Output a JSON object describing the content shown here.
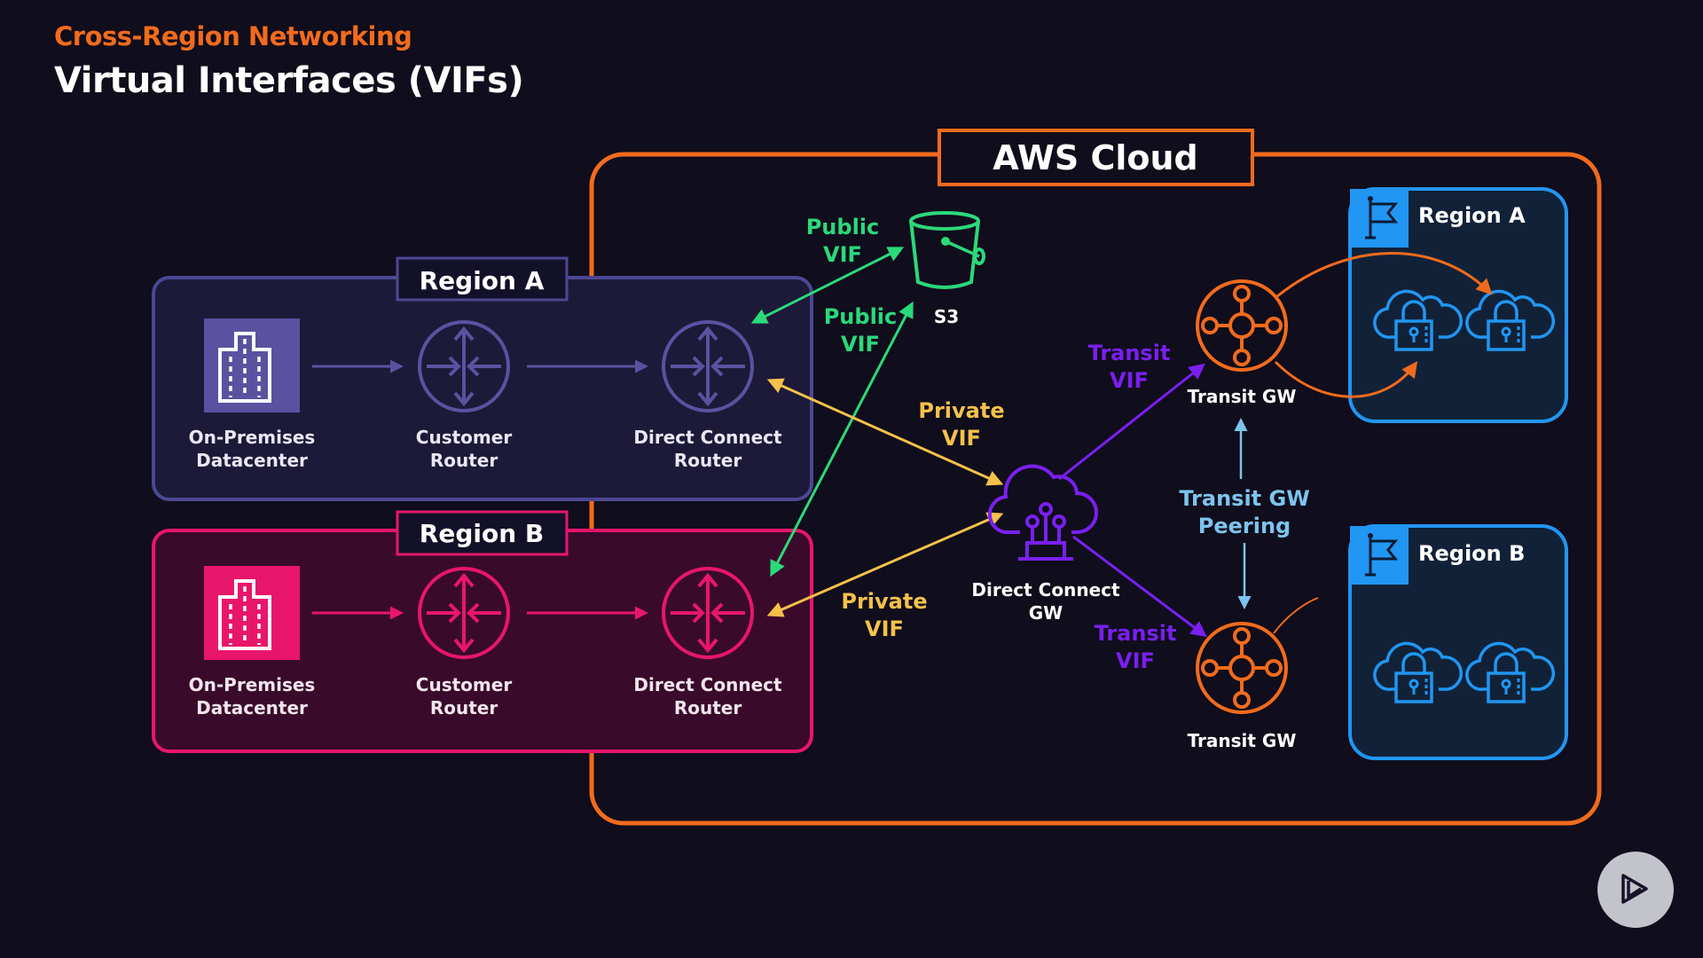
{
  "header": {
    "subtitle": "Cross-Region Networking",
    "title": "Virtual Interfaces (VIFs)"
  },
  "colors": {
    "background": "#100d1c",
    "accent_orange": "#f26b1d",
    "region_a_onprem": "#5a52a0",
    "region_b_onprem": "#e8166b",
    "public_vif": "#2bd97a",
    "private_vif": "#f5c14a",
    "transit_vif": "#7a1ff0",
    "peering": "#7cc4ee",
    "aws_region": "#2196f3"
  },
  "aws_cloud": {
    "label": "AWS Cloud"
  },
  "onprem_regions": [
    {
      "label": "Region A",
      "nodes": [
        {
          "icon": "building-icon",
          "line1": "On-Premises",
          "line2": "Datacenter"
        },
        {
          "icon": "router-icon",
          "line1": "Customer",
          "line2": "Router"
        },
        {
          "icon": "router-icon",
          "line1": "Direct Connect",
          "line2": "Router"
        }
      ]
    },
    {
      "label": "Region B",
      "nodes": [
        {
          "icon": "building-icon",
          "line1": "On-Premises",
          "line2": "Datacenter"
        },
        {
          "icon": "router-icon",
          "line1": "Customer",
          "line2": "Router"
        },
        {
          "icon": "router-icon",
          "line1": "Direct Connect",
          "line2": "Router"
        }
      ]
    }
  ],
  "services": {
    "s3": {
      "label": "S3"
    },
    "dc_gw": {
      "line1": "Direct Connect",
      "line2": "GW"
    },
    "transit_gw_a": {
      "label": "Transit GW"
    },
    "transit_gw_b": {
      "label": "Transit GW"
    }
  },
  "connections": {
    "public_vif_1": {
      "line1": "Public",
      "line2": "VIF"
    },
    "public_vif_2": {
      "line1": "Public",
      "line2": "VIF"
    },
    "private_vif_1": {
      "line1": "Private",
      "line2": "VIF"
    },
    "private_vif_2": {
      "line1": "Private",
      "line2": "VIF"
    },
    "transit_vif_1": {
      "line1": "Transit",
      "line2": "VIF"
    },
    "transit_vif_2": {
      "line1": "Transit",
      "line2": "VIF"
    },
    "peering": {
      "line1": "Transit GW",
      "line2": "Peering"
    }
  },
  "aws_regions": [
    {
      "label": "Region A",
      "vpcs": 2
    },
    {
      "label": "Region B",
      "vpcs": 2
    }
  ],
  "player": {
    "icon": "play-logo-icon"
  }
}
